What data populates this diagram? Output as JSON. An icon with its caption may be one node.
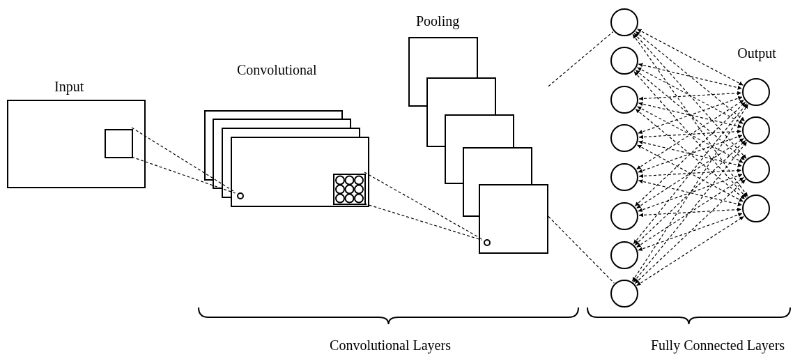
{
  "diagram": {
    "nodes": [
      {
        "text": [
          "Input"
        ]
      },
      {
        "text": [],
        "shape": "box",
        "in": 0
      },
      {
        "text": [
          "Convolutional"
        ]
      },
      {
        "text": [],
        "shape": "circle",
        "in": 2
      },
      {
        "text": [],
        "shape": "box",
        "in": 2
      },
      {
        "text": [
          "Pooling"
        ]
      },
      {
        "text": [],
        "shape": "circle",
        "in": 5
      },
      {
        "text": [],
        "shape": "circle"
      },
      {
        "text": [],
        "shape": "circle"
      },
      {
        "text": [],
        "shape": "circle"
      },
      {
        "text": [],
        "shape": "circle"
      },
      {
        "text": [],
        "shape": "circle"
      },
      {
        "text": [],
        "shape": "circle"
      },
      {
        "text": [],
        "shape": "circle"
      },
      {
        "text": [],
        "shape": "circle"
      },
      {
        "text": [],
        "shape": "circle"
      },
      {
        "text": [],
        "shape": "circle"
      },
      {
        "text": [],
        "shape": "circle"
      },
      {
        "text": [],
        "shape": "circle"
      }
    ],
    "edges": [
      {
        "from": 1,
        "to": 3,
        "arrow": "none",
        "style": "dashed"
      },
      {
        "from": 1,
        "to": 3,
        "arrow": "none",
        "style": "dashed"
      },
      {
        "from": 4,
        "to": 6,
        "arrow": "none",
        "style": "dashed"
      },
      {
        "from": 4,
        "to": 6,
        "arrow": "none",
        "style": "dashed"
      },
      {
        "from": 5,
        "to": 7,
        "arrow": "none",
        "style": "dashed"
      },
      {
        "from": 5,
        "to": 14,
        "arrow": "none",
        "style": "dashed"
      },
      {
        "from": 7,
        "to": 15,
        "arrow": "both",
        "style": "dashed"
      },
      {
        "from": 7,
        "to": 16,
        "arrow": "both",
        "style": "dashed"
      },
      {
        "from": 7,
        "to": 17,
        "arrow": "both",
        "style": "dashed"
      },
      {
        "from": 7,
        "to": 18,
        "arrow": "both",
        "style": "dashed"
      },
      {
        "from": 8,
        "to": 15,
        "arrow": "both",
        "style": "dashed"
      },
      {
        "from": 8,
        "to": 16,
        "arrow": "both",
        "style": "dashed"
      },
      {
        "from": 8,
        "to": 17,
        "arrow": "both",
        "style": "dashed"
      },
      {
        "from": 8,
        "to": 18,
        "arrow": "both",
        "style": "dashed"
      },
      {
        "from": 9,
        "to": 15,
        "arrow": "both",
        "style": "dashed"
      },
      {
        "from": 9,
        "to": 16,
        "arrow": "both",
        "style": "dashed"
      },
      {
        "from": 9,
        "to": 17,
        "arrow": "both",
        "style": "dashed"
      },
      {
        "from": 9,
        "to": 18,
        "arrow": "both",
        "style": "dashed"
      },
      {
        "from": 10,
        "to": 15,
        "arrow": "both",
        "style": "dashed"
      },
      {
        "from": 10,
        "to": 16,
        "arrow": "both",
        "style": "dashed"
      },
      {
        "from": 10,
        "to": 17,
        "arrow": "both",
        "style": "dashed"
      },
      {
        "from": 10,
        "to": 18,
        "arrow": "both",
        "style": "dashed"
      },
      {
        "from": 11,
        "to": 15,
        "arrow": "both",
        "style": "dashed"
      },
      {
        "from": 11,
        "to": 16,
        "arrow": "both",
        "style": "dashed"
      },
      {
        "from": 11,
        "to": 17,
        "arrow": "both",
        "style": "dashed"
      },
      {
        "from": 11,
        "to": 18,
        "arrow": "both",
        "style": "dashed"
      },
      {
        "from": 12,
        "to": 15,
        "arrow": "both",
        "style": "dashed"
      },
      {
        "from": 12,
        "to": 16,
        "arrow": "both",
        "style": "dashed"
      },
      {
        "from": 12,
        "to": 17,
        "arrow": "both",
        "style": "dashed"
      },
      {
        "from": 12,
        "to": 18,
        "arrow": "both",
        "style": "dashed"
      },
      {
        "from": 13,
        "to": 15,
        "arrow": "both",
        "style": "dashed"
      },
      {
        "from": 13,
        "to": 16,
        "arrow": "both",
        "style": "dashed"
      },
      {
        "from": 13,
        "to": 17,
        "arrow": "both",
        "style": "dashed"
      },
      {
        "from": 13,
        "to": 18,
        "arrow": "both",
        "style": "dashed"
      },
      {
        "from": 14,
        "to": 15,
        "arrow": "both",
        "style": "dashed"
      },
      {
        "from": 14,
        "to": 16,
        "arrow": "both",
        "style": "dashed"
      },
      {
        "from": 14,
        "to": 17,
        "arrow": "both",
        "style": "dashed"
      },
      {
        "from": 14,
        "to": 18,
        "arrow": "both",
        "style": "dashed"
      }
    ],
    "labels": [
      "Output",
      "Convolutional Layers",
      "Fully Connected Layers"
    ]
  }
}
